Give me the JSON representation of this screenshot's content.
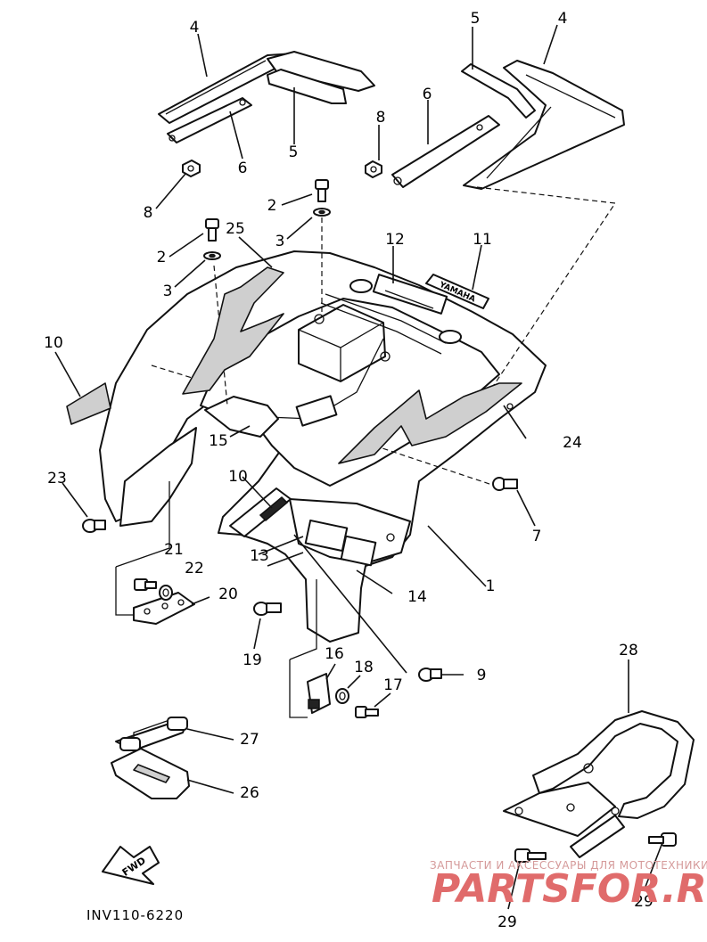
{
  "diagram": {
    "code": "INV110-6220",
    "fwd_label": "FWD",
    "decal_text": "YAMAHA",
    "callouts": {
      "c1": "1",
      "c2a": "2",
      "c2b": "2",
      "c3a": "3",
      "c3b": "3",
      "c4a": "4",
      "c4b": "4",
      "c5a": "5",
      "c5b": "5",
      "c6a": "6",
      "c6b": "6",
      "c7": "7",
      "c8a": "8",
      "c8b": "8",
      "c9": "9",
      "c10a": "10",
      "c10b": "10",
      "c11": "11",
      "c12": "12",
      "c13": "13",
      "c14": "14",
      "c15": "15",
      "c16": "16",
      "c17": "17",
      "c18": "18",
      "c19": "19",
      "c20": "20",
      "c21": "21",
      "c22": "22",
      "c23": "23",
      "c24": "24",
      "c25": "25",
      "c26": "26",
      "c27": "27",
      "c28": "28",
      "c29a": "29",
      "c29b": "29"
    }
  },
  "watermark": {
    "subtitle": "ЗАПЧАСТИ И АКСЕССУАРЫ ДЛЯ МОТОТЕХНИКИ",
    "brand": "PARTSFOR.RU",
    "color": "#e06b6b"
  }
}
